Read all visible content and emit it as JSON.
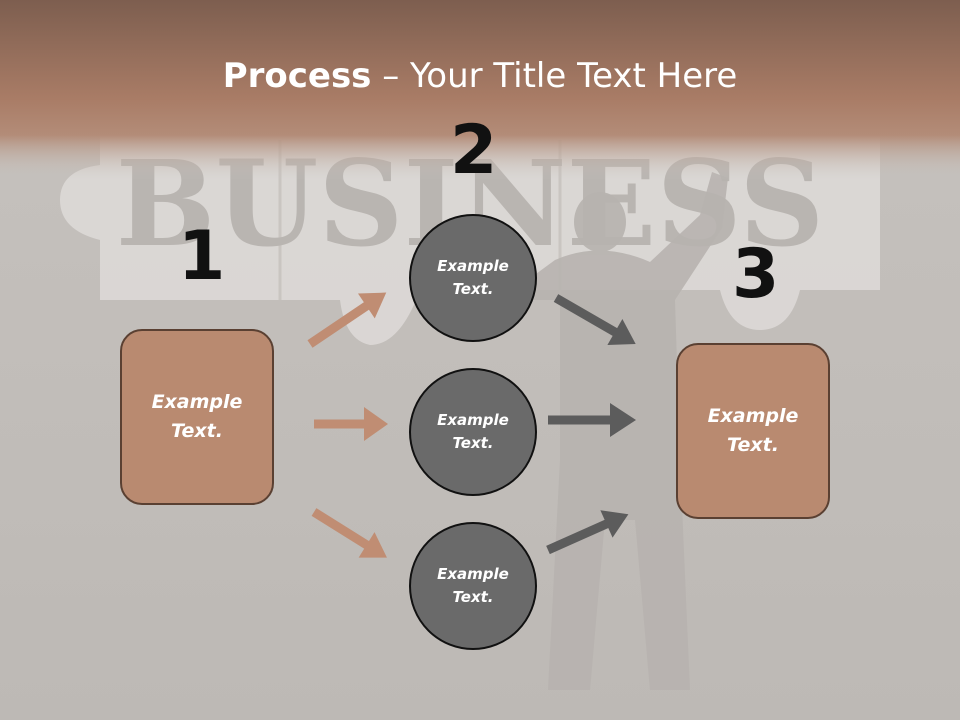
{
  "title": {
    "bold": "Process",
    "rest": " – Your Title Text Here"
  },
  "background": {
    "watermark": "BUSINESS"
  },
  "steps": {
    "n1": "1",
    "n2": "2",
    "n3": "3"
  },
  "boxes": {
    "left": {
      "line1": "Example",
      "line2": "Text."
    },
    "right": {
      "line1": "Example",
      "line2": "Text."
    }
  },
  "circles": [
    {
      "line1": "Example",
      "line2": "Text."
    },
    {
      "line1": "Example",
      "line2": "Text."
    },
    {
      "line1": "Example",
      "line2": "Text."
    }
  ],
  "colors": {
    "header": "#a87a64",
    "box_fill": "#b98a70",
    "circle_fill": "#6a6a6a",
    "left_arrows": "#c08d73",
    "right_arrows": "#5c5c5c"
  }
}
